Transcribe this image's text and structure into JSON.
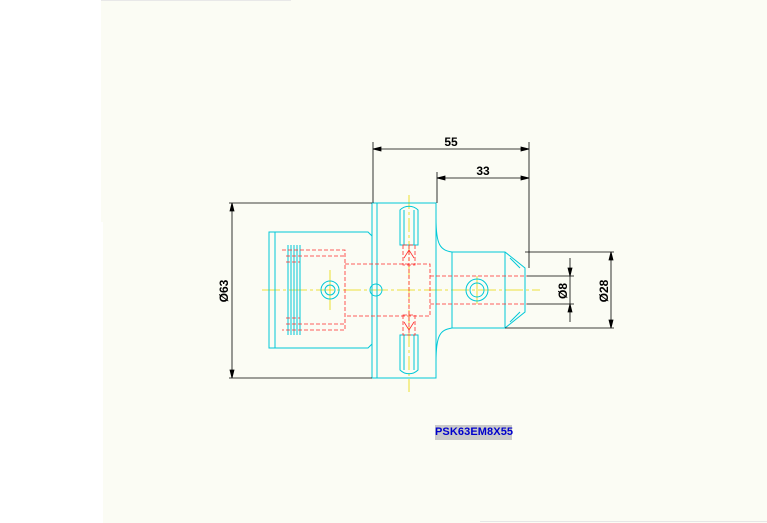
{
  "drawing": {
    "part_number": "PSK63EM8X55",
    "dimensions": {
      "overall_length": "55",
      "nose_length": "33",
      "flange_diameter": "Ø63",
      "bore_diameter": "Ø8",
      "nose_diameter": "Ø28"
    },
    "colors": {
      "outline": "#00c8d8",
      "hidden": "#ff2a2a",
      "centerline": "#e8d800",
      "dimension": "#000000",
      "label_text": "#0000cc",
      "label_bg": "#c9c9c9"
    }
  }
}
